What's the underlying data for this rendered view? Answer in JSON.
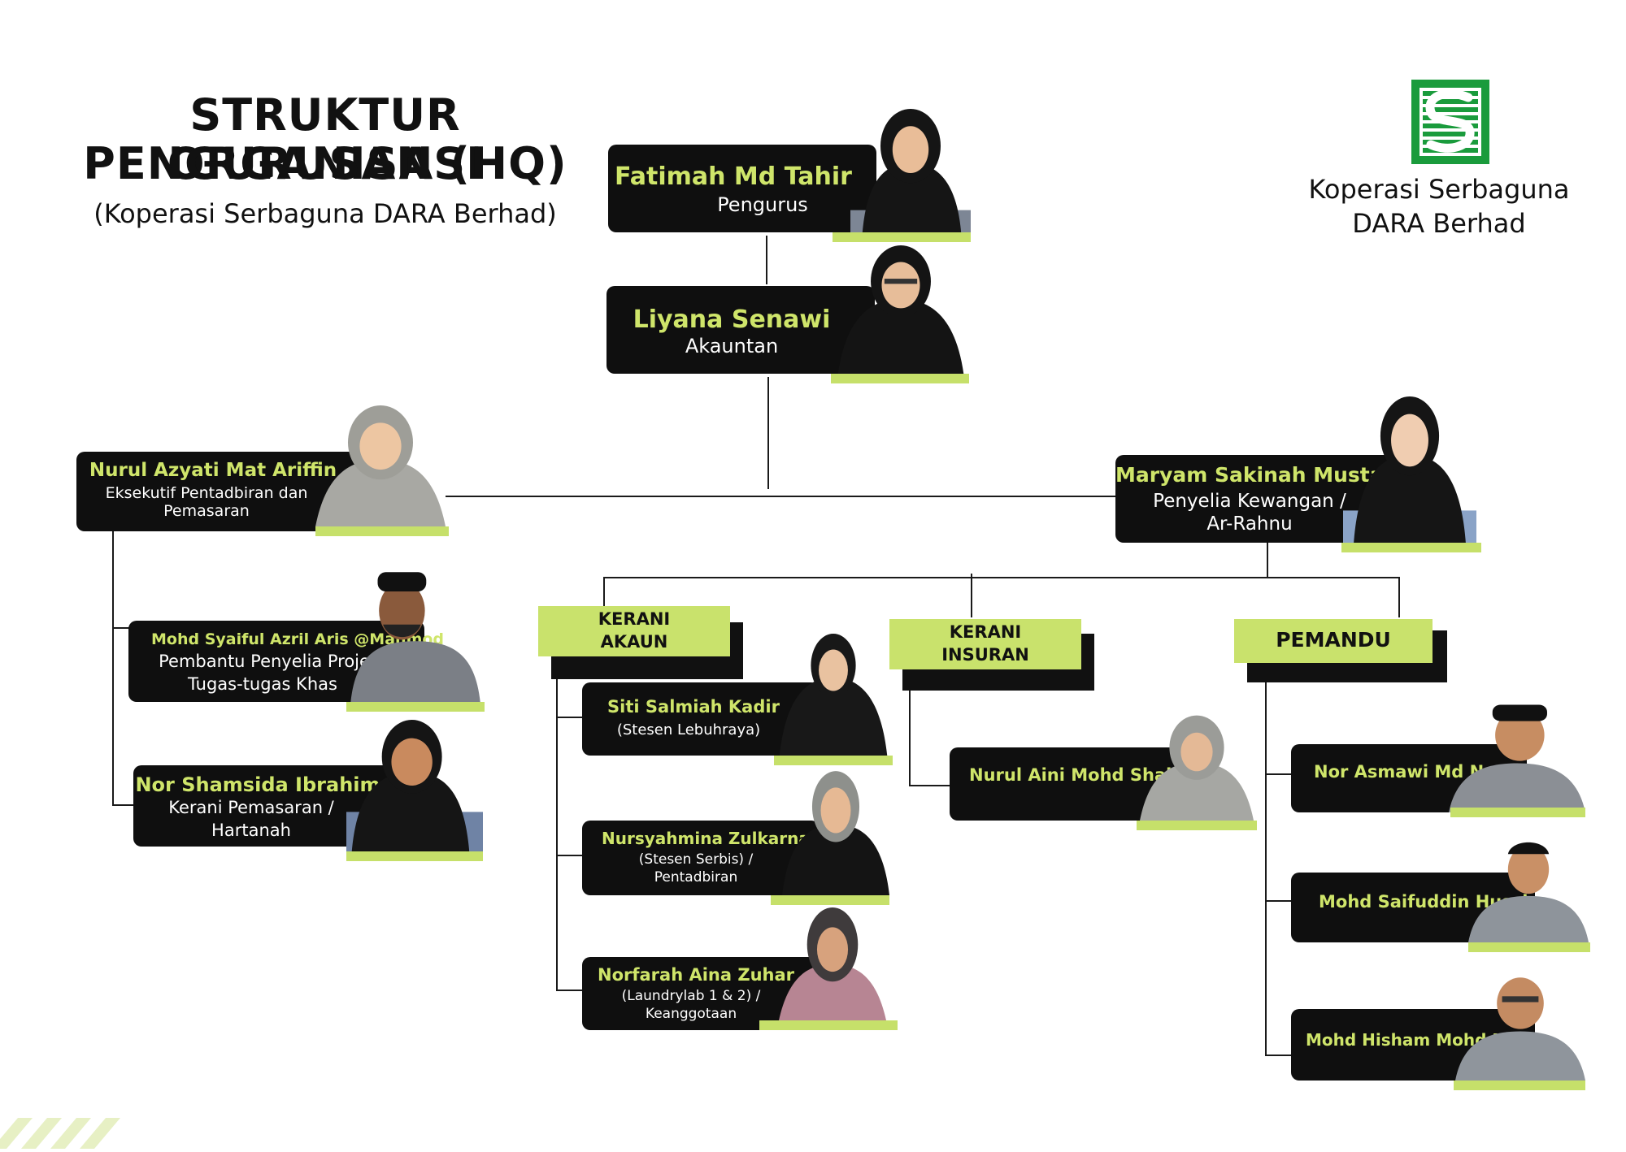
{
  "header": {
    "title_line1": "STRUKTUR ORGANISASI",
    "title_line2": "PENGURUSAN (HQ)",
    "subtitle": "(Koperasi Serbaguna DARA Berhad)"
  },
  "logo": {
    "icon": "koperasi-s-logo-icon",
    "name_line1": "Koperasi Serbaguna",
    "name_line2": "DARA Berhad",
    "color": "#1a9b3c"
  },
  "colors": {
    "card": "#0f0f0f",
    "accent": "#c6e06a",
    "name": "#cfe56a",
    "line": "#1a1a1a"
  },
  "people": {
    "fatimah": {
      "name": "Fatimah Md Tahir",
      "role": "Pengurus"
    },
    "liyana": {
      "name": "Liyana Senawi",
      "role": "Akauntan"
    },
    "nurul_azyati": {
      "name": "Nurul Azyati Mat Ariffin",
      "role_line1": "Eksekutif Pentadbiran dan",
      "role_line2": "Pemasaran"
    },
    "maryam": {
      "name": "Maryam Sakinah Mustafa",
      "role_line1": "Penyelia Kewangan /",
      "role_line2": "Ar-Rahnu"
    },
    "syaiful": {
      "name": "Mohd Syaiful Azril Aris @Mahmod",
      "role_line1": "Pembantu Penyelia Projek /",
      "role_line2": "Tugas-tugas Khas"
    },
    "shamsida": {
      "name": "Nor Shamsida Ibrahim",
      "role_line1": "Kerani Pemasaran /",
      "role_line2": "Hartanah"
    },
    "salmiah": {
      "name": "Siti Salmiah Kadir",
      "role": "(Stesen Lebuhraya)"
    },
    "nursyahmina": {
      "name": "Nursyahmina Zulkarnain",
      "role_line1": "(Stesen Serbis) /",
      "role_line2": "Pentadbiran"
    },
    "norfarah": {
      "name": "Norfarah Aina Zuhar",
      "role_line1": "(Laundrylab 1 & 2) /",
      "role_line2": "Keanggotaan"
    },
    "nurul_aini": {
      "name": "Nurul Aini Mohd Shahrir"
    },
    "asmawi": {
      "name": "Nor Asmawi Md Nor"
    },
    "saifuddin": {
      "name": "Mohd Saifuddin Hussin"
    },
    "hisham": {
      "name": "Mohd Hisham Mohd Noor"
    }
  },
  "departments": {
    "kerani_akaun": {
      "line1": "KERANI",
      "line2": "AKAUN"
    },
    "kerani_insuran": {
      "line1": "KERANI",
      "line2": "INSURAN"
    },
    "pemandu": {
      "line1": "PEMANDU"
    }
  }
}
